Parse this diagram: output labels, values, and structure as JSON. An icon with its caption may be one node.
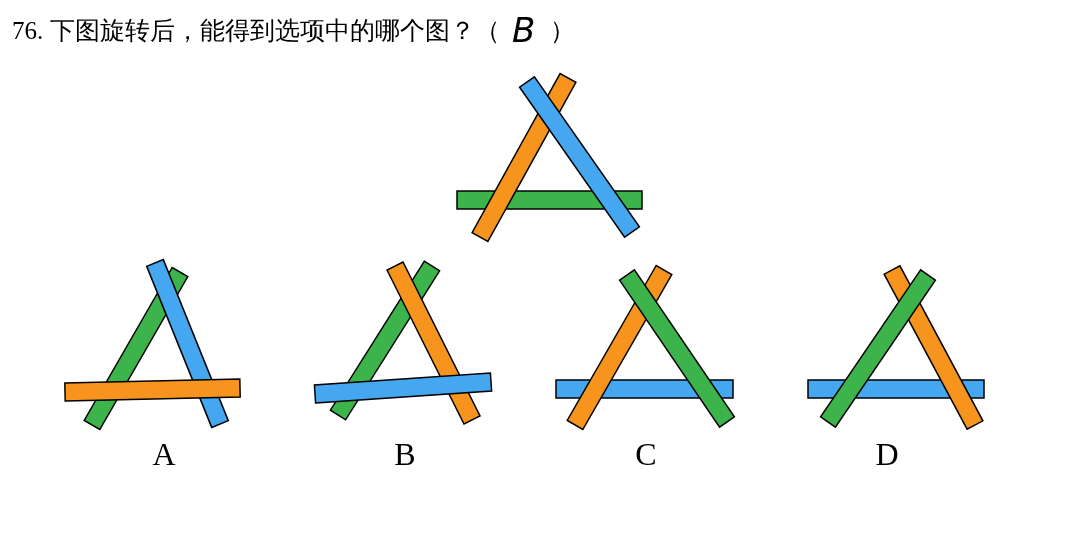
{
  "diagram": {
    "title": "76. 下图旋转后，能得到选项中的哪个图？（　　）",
    "labels": [
      "B",
      "A",
      "B",
      "C",
      "D"
    ]
  }
}
